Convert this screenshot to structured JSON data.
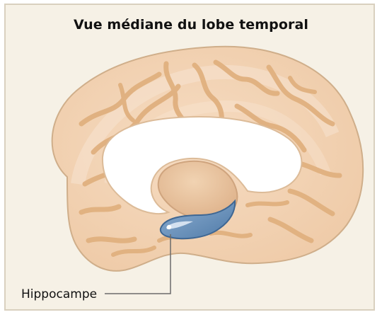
{
  "figure": {
    "title": "Vue médiane du lobe temporal",
    "labels": {
      "hippocampus": "Hippocampe"
    }
  },
  "colors": {
    "panel_bg": "#f6f1e6",
    "panel_border": "#d9d0bf",
    "brain_fill": "#f0d2b4",
    "brain_outline": "#cfae8a",
    "sulci": "#e0b07f",
    "thalamus": "#e6c09a",
    "corpus_callosum": "#ffffff",
    "hippocampus": "#6f93b9",
    "hippocampus_highlight": "#dfe9f5",
    "leader_line": "#6b6b6b"
  },
  "icons": [
    "brain-illustration"
  ]
}
